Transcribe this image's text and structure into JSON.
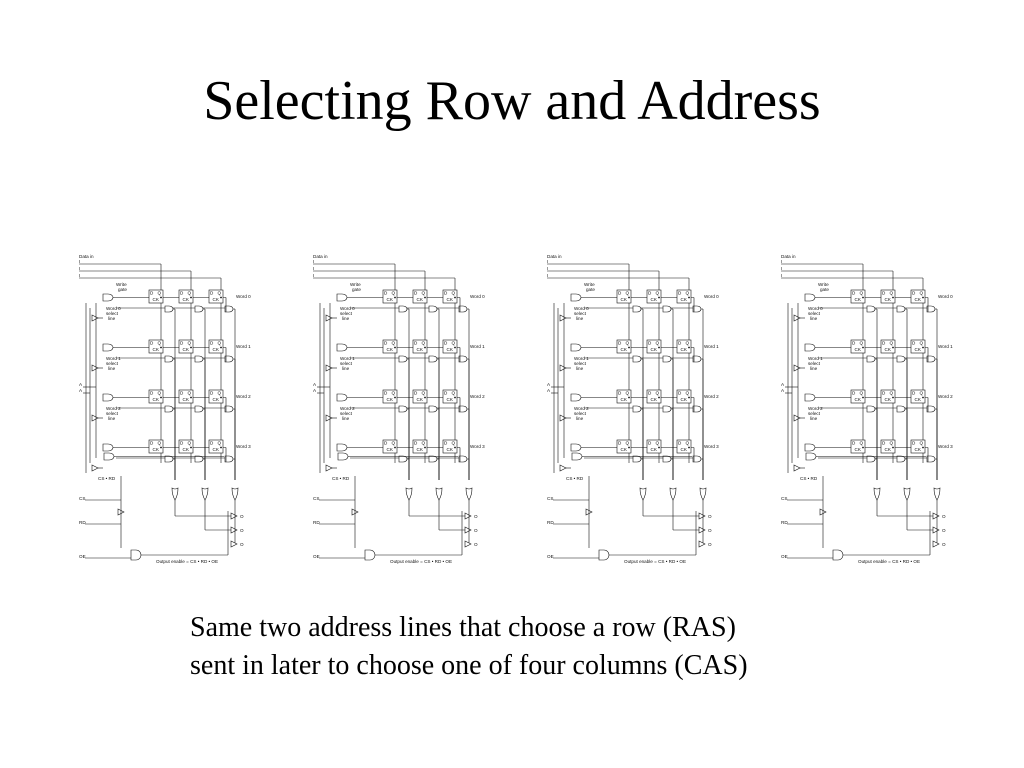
{
  "slide": {
    "title": "Selecting Row and Address",
    "caption_lines": [
      "Same two address lines that choose a row (RAS)",
      "sent in later to choose one of four columns (CAS)"
    ]
  },
  "diagram": {
    "copies": 4,
    "labels": {
      "data_in": "Data in",
      "inputs": [
        "I",
        "I",
        "I"
      ],
      "write_gate": [
        "Write",
        "gate"
      ],
      "cell_pins": [
        "D",
        "Q",
        "CK"
      ],
      "words": [
        "Word 0",
        "Word 1",
        "Word 2",
        "Word 3"
      ],
      "select_lines": [
        [
          "Word 0",
          "select",
          "line"
        ],
        [
          "Word 1",
          "select",
          "line"
        ],
        [
          "Word 2",
          "select",
          "line"
        ]
      ],
      "address": [
        "A",
        "A"
      ],
      "cs_rd": "CS • RD",
      "cs": "CS",
      "rd": "RD",
      "oe": "OE",
      "outputs": [
        "O",
        "O",
        "O"
      ],
      "output_enable": "Output enable = CS • RD • OE"
    }
  }
}
